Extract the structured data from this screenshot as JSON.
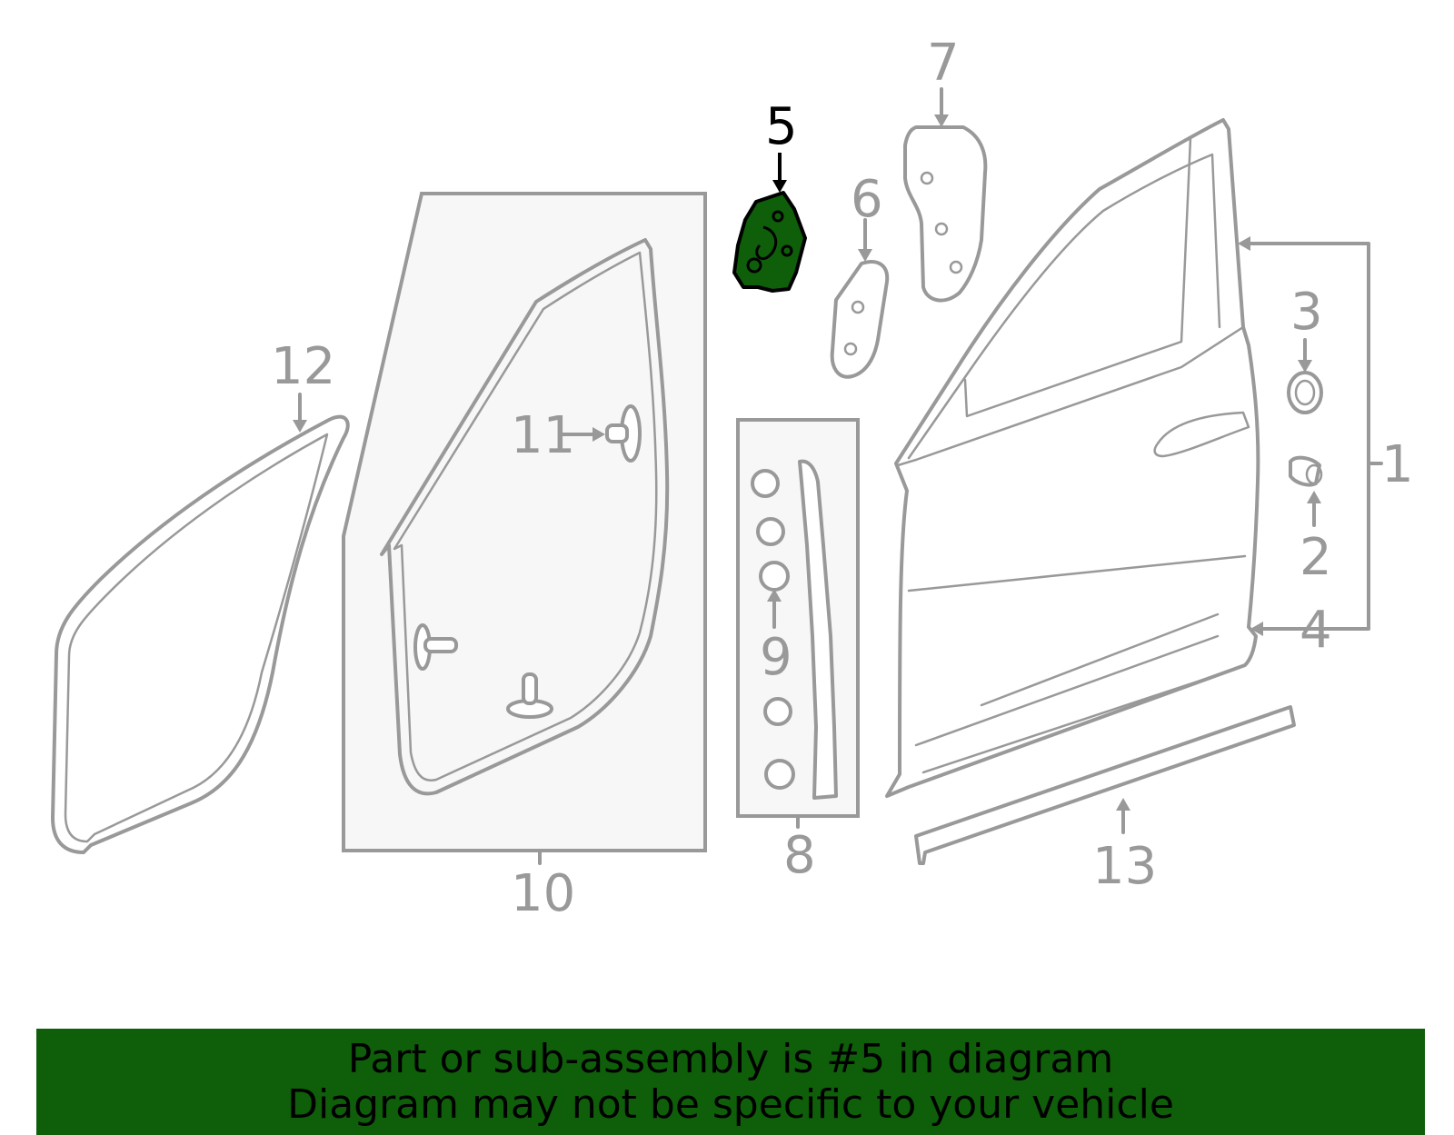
{
  "callouts": {
    "c1": "1",
    "c2": "2",
    "c3": "3",
    "c4": "4",
    "c5": "5",
    "c6": "6",
    "c7": "7",
    "c8": "8",
    "c9": "9",
    "c10": "10",
    "c11": "11",
    "c12": "12",
    "c13": "13"
  },
  "highlight": {
    "part_number": "5",
    "fill_color": "#0f5e0a",
    "label_color": "#000000"
  },
  "banner": {
    "line1": "Part or sub-assembly is #5 in diagram",
    "line2": "Diagram may not be specific to your vehicle",
    "background": "#0f5e0a"
  }
}
